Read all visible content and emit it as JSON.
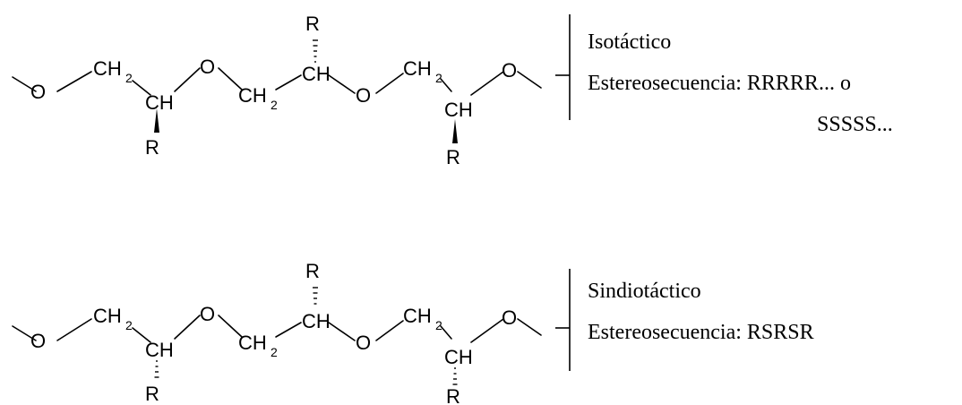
{
  "atoms": {
    "oxygen": "O",
    "methylene": "CH",
    "methine": "CH",
    "subscript_2": "2",
    "substituent": "R"
  },
  "panels": [
    {
      "name": "isotactic",
      "title": "Isotáctico",
      "sequence_line1": "Estereosecuencia: RRRRR... o",
      "sequence_line2": "SSSSS..."
    },
    {
      "name": "syndiotactic",
      "title": "Sindiotáctico",
      "sequence_line1": "Estereosecuencia: RSRSR",
      "sequence_line2": ""
    }
  ]
}
